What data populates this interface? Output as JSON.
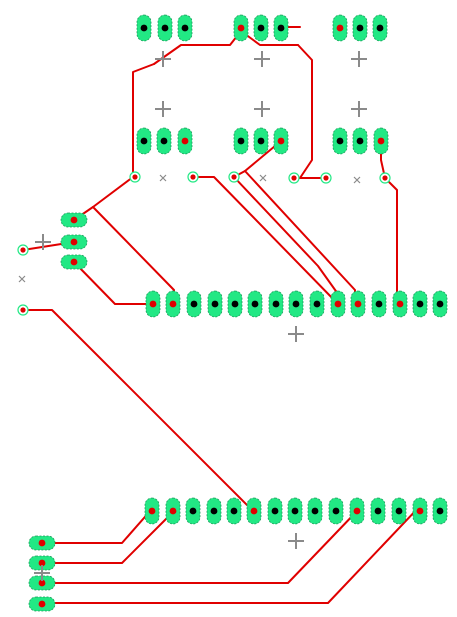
{
  "board": {
    "background": "#ffffff",
    "pad_color": "#22e884",
    "trace_color": "#e00000",
    "marker_color": "#8a8a8a"
  },
  "components": [
    {
      "name": "header-1",
      "kind": "3-pin-vertical-header",
      "count": 3
    },
    {
      "name": "header-2",
      "kind": "3-pin-vertical-header",
      "count": 3
    },
    {
      "name": "header-3",
      "kind": "3-pin-vertical-header",
      "count": 3
    },
    {
      "name": "header-4",
      "kind": "3-pin-vertical-header",
      "count": 3
    },
    {
      "name": "header-5",
      "kind": "3-pin-vertical-header",
      "count": 3
    },
    {
      "name": "header-6",
      "kind": "3-pin-vertical-header",
      "count": 3
    },
    {
      "name": "left-connector",
      "kind": "3-pin-horizontal-header",
      "count": 3
    },
    {
      "name": "ic-upper-row",
      "kind": "pin-row",
      "count": 15
    },
    {
      "name": "ic-lower-row",
      "kind": "pin-row",
      "count": 15
    },
    {
      "name": "bottom-connector",
      "kind": "4-pin-horizontal-header",
      "count": 4
    }
  ],
  "markers": [
    "alignment-cross",
    "alignment-cross",
    "alignment-cross",
    "alignment-cross",
    "alignment-cross",
    "alignment-cross",
    "alignment-cross",
    "alignment-cross",
    "alignment-cross",
    "alignment-cross"
  ]
}
